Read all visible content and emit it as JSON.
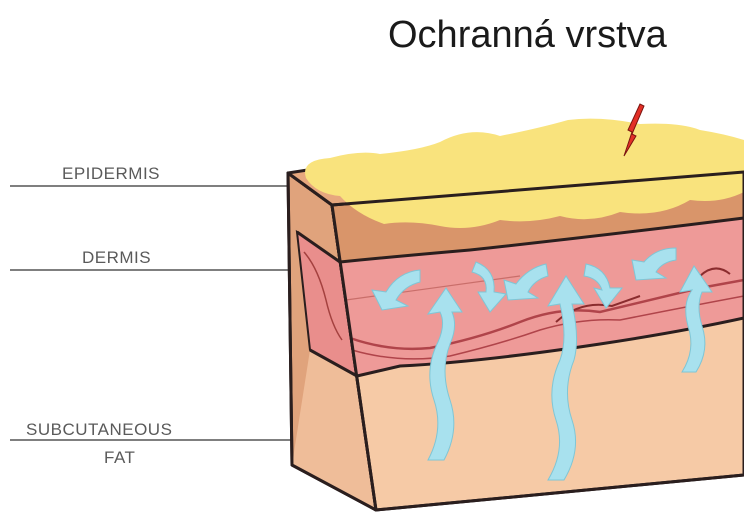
{
  "title": "Ochranná vrstva",
  "labels": {
    "epidermis": "EPIDERMIS",
    "dermis": "DERMIS",
    "subcutaneous_line1": "SUBCUTANEOUS",
    "subcutaneous_line2": "FAT"
  },
  "colors": {
    "protective_layer": "#f9e37d",
    "epidermis": "#d9956a",
    "dermis": "#ee9a98",
    "subcutaneous": "#f6caa6",
    "arrows": "#a8e1ee",
    "pointer": "#e32f26",
    "outline": "#2a1e1e"
  }
}
